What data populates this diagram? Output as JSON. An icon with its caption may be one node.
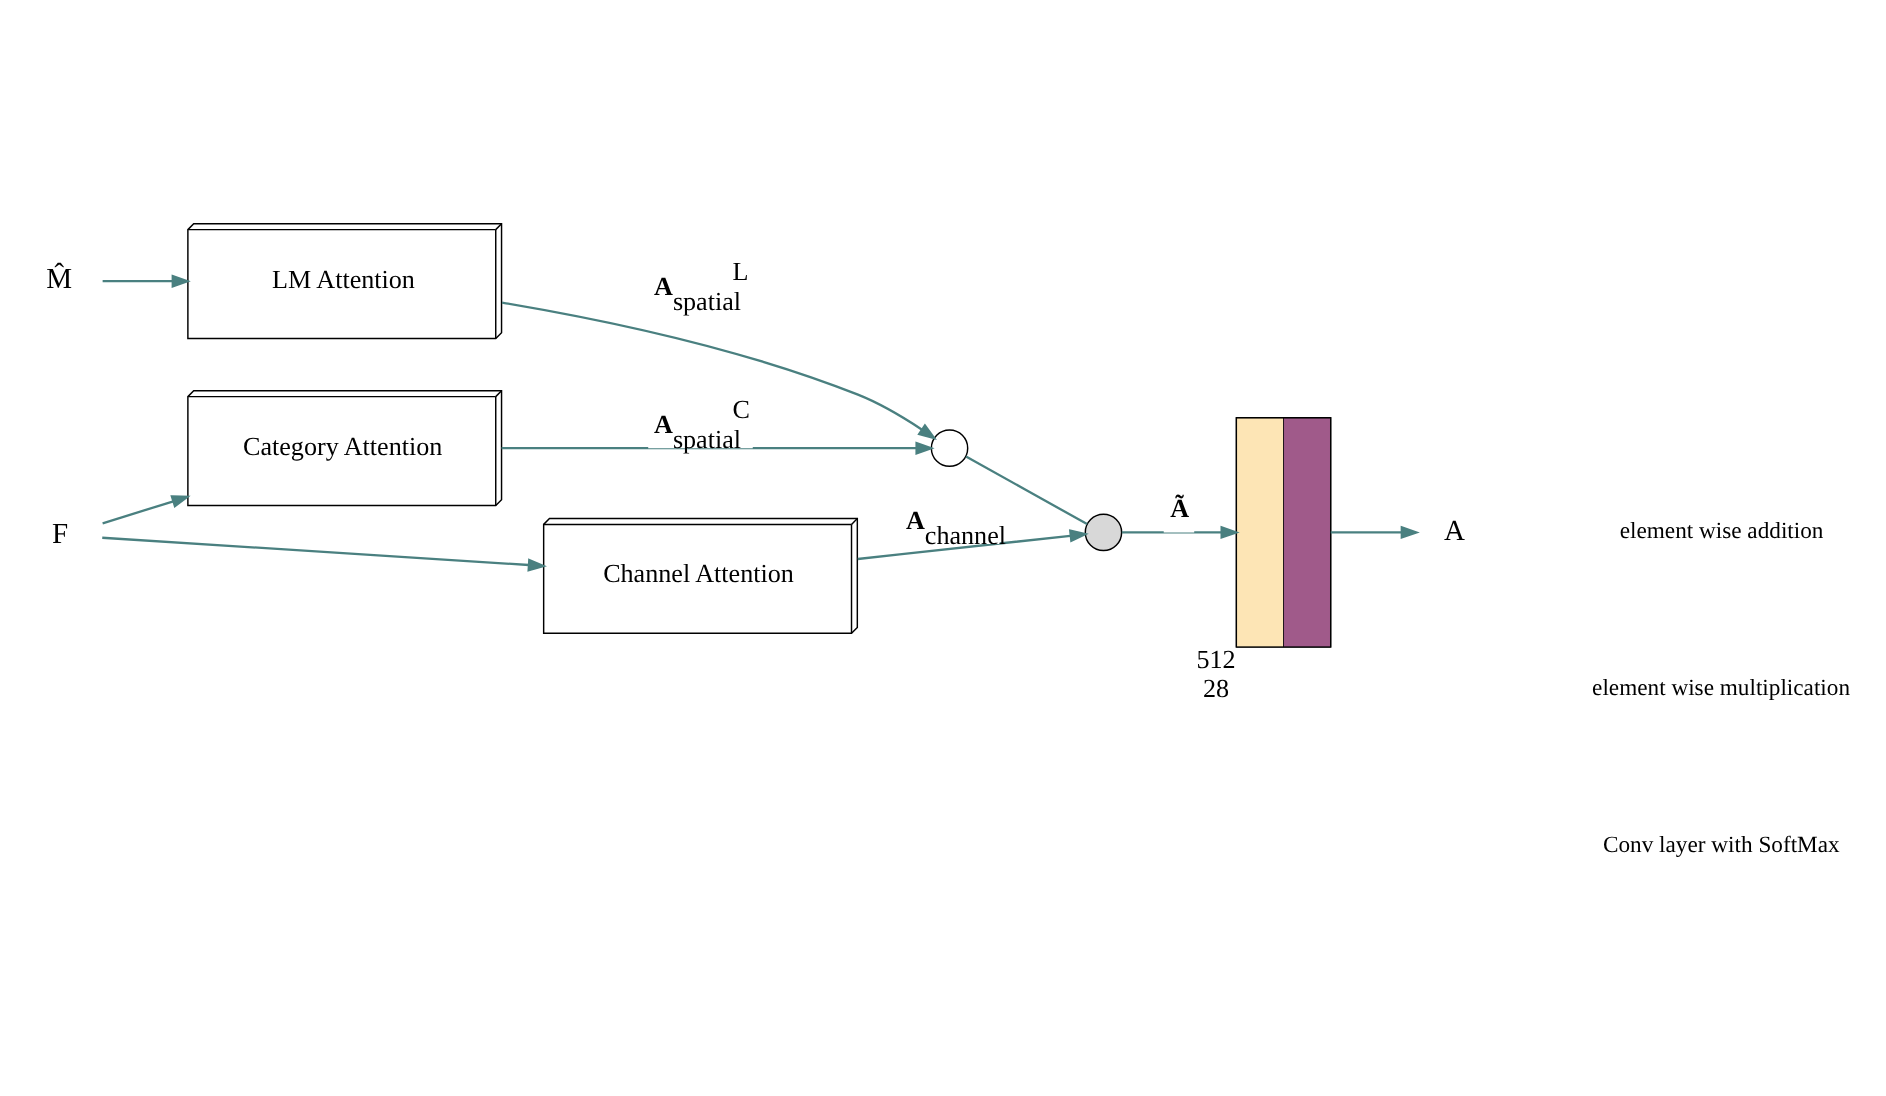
{
  "diagram": {
    "nodes": [
      {
        "text": [
          "M̂"
        ]
      },
      {
        "text": [
          "LM Attention"
        ]
      },
      {
        "text": [
          "F"
        ]
      },
      {
        "text": [
          "Category Attention"
        ]
      },
      {
        "text": [
          "Channel Attention"
        ]
      },
      {
        "text": [],
        "shape": "circle"
      },
      {
        "text": [],
        "shape": "circle"
      },
      {
        "text": [],
        "shape": "box",
        "beside": [
          "512",
          "28"
        ]
      },
      {
        "text": [
          "A"
        ]
      }
    ],
    "edges": [
      {
        "from": 0,
        "to": 1,
        "arrow": "to"
      },
      {
        "from": 1,
        "to": 5,
        "arrow": "to",
        "label": "**A**$_{spatial}$$^{L}$"
      },
      {
        "from": 2,
        "to": 3,
        "arrow": "to"
      },
      {
        "from": 2,
        "to": 4,
        "arrow": "to"
      },
      {
        "from": 3,
        "to": 5,
        "arrow": "to",
        "label": "**A**$_{spatial}$$^{C}$"
      },
      {
        "from": 4,
        "to": 6,
        "arrow": "to",
        "label": "**A**$_{channel}$"
      },
      {
        "from": 5,
        "to": 6,
        "arrow": "none"
      },
      {
        "from": 6,
        "to": 7,
        "arrow": "to",
        "label": "**Ã**"
      },
      {
        "from": 7,
        "to": 8,
        "arrow": "to"
      }
    ],
    "legend": [
      {
        "text": "element wise addition"
      },
      {
        "text": "element wise multiplication"
      },
      {
        "text": "Conv layer with SoftMax"
      }
    ]
  }
}
